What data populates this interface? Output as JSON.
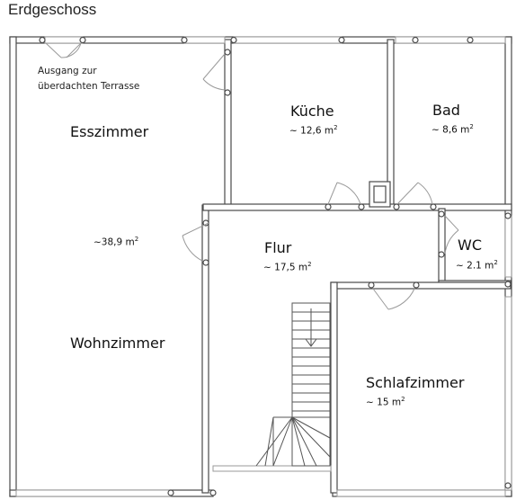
{
  "title": "Erdgeschoss",
  "rooms": {
    "esszimmer": {
      "name": "Esszimmer"
    },
    "wohnen": {
      "name": "Wohnzimmer",
      "area": "~38,9 m",
      "unit_sup": "2"
    },
    "kueche": {
      "name": "Küche",
      "area": "~ 12,6 m",
      "unit_sup": "2"
    },
    "bad": {
      "name": "Bad",
      "area": "~ 8,6 m",
      "unit_sup": "2"
    },
    "flur": {
      "name": "Flur",
      "area": "~ 17,5 m",
      "unit_sup": "2"
    },
    "wc": {
      "name": "WC",
      "area": "~ 2.1 m",
      "unit_sup": "2"
    },
    "schlafzimmer": {
      "name": "Schlafzimmer",
      "area": "~ 15 m",
      "unit_sup": "2"
    }
  },
  "terrace_exit": {
    "line1": "Ausgang zur",
    "line2": "überdachten Terrasse"
  },
  "colors": {
    "wall_fill": "#ffffff",
    "wall_stroke": "#4a4a4a",
    "window": "#9a9a9a",
    "door": "#9a9a9a",
    "stair": "#555555"
  }
}
